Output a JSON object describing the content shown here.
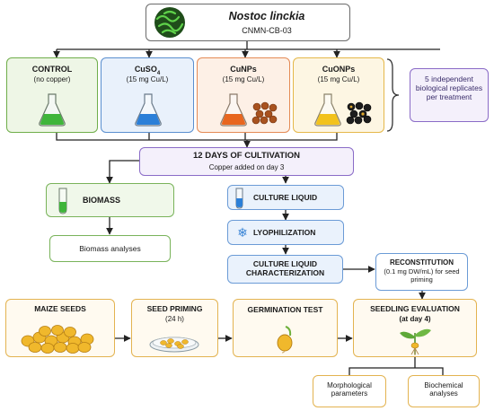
{
  "top": {
    "title": "Nostoc linckia",
    "subtitle": "CNMN-CB-03"
  },
  "treatments": [
    {
      "name": "CONTROL",
      "dose": "(no copper)"
    },
    {
      "name_main": "CuSO",
      "name_sub": "4",
      "dose": "(15 mg Cu/L)"
    },
    {
      "name": "CuNPs",
      "dose": "(15 mg Cu/L)"
    },
    {
      "name": "CuONPs",
      "dose": "(15 mg Cu/L)"
    }
  ],
  "replicates": {
    "text": "5 independent biological replicates per treatment"
  },
  "cultivation": {
    "title": "12 DAYS OF CULTIVATION",
    "subtitle": "Copper added on day 3"
  },
  "biomass": {
    "title": "BIOMASS",
    "analyses": "Biomass analyses"
  },
  "culture": {
    "liquid": "CULTURE LIQUID",
    "lyophilization": "LYOPHILIZATION",
    "characterization": "CULTURE LIQUID CHARACTERIZATION"
  },
  "reconstitution": {
    "title": "RECONSTITUTION",
    "detail": "(0.1 mg DW/mL) for seed priming"
  },
  "bottom": {
    "maize": "MAIZE SEEDS",
    "priming": "SEED PRIMING",
    "priming_time": "(24 h)",
    "germination": "GERMINATION TEST",
    "evaluation": "SEEDLING EVALUATION",
    "evaluation_day": "(at day 4)"
  },
  "outputs": {
    "morphological": "Morphological parameters",
    "biochemical": "Biochemical analyses"
  },
  "colors": {
    "green": "#6fae4a",
    "blue": "#5a8fcf",
    "orange": "#e48a55",
    "yellow": "#e5b84a",
    "purple": "#8a6bc7",
    "arrow": "#222222"
  }
}
